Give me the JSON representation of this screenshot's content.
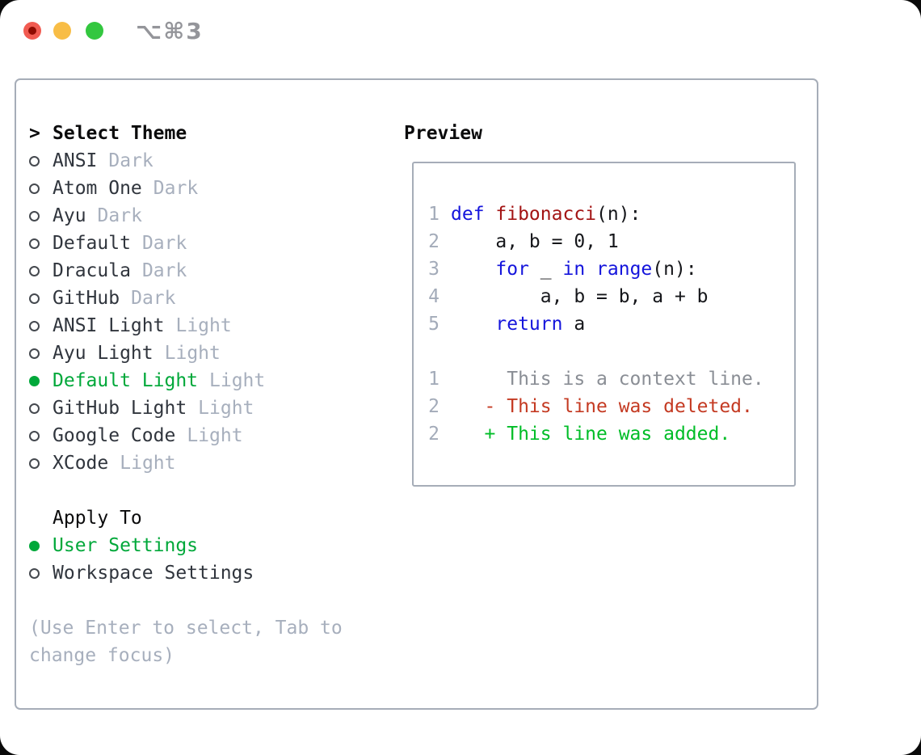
{
  "titlebar": {
    "shortcut": "⌥⌘3"
  },
  "colors": {
    "selected_green": "#00a83a",
    "added_green": "#00bd27",
    "deleted_red": "#c43a22",
    "keyword_blue": "#1515dc",
    "function_red": "#a31414",
    "muted_gray": "#a7afbd",
    "panel_border": "#a6adb8",
    "traffic_red": "#f15b51",
    "traffic_yellow": "#f8bd46",
    "traffic_green": "#33c73f"
  },
  "theme_list": {
    "header_marker": ">",
    "header": "Select Theme",
    "items": [
      {
        "name": "ANSI",
        "variant": "Dark",
        "selected": false
      },
      {
        "name": "Atom One",
        "variant": "Dark",
        "selected": false
      },
      {
        "name": "Ayu",
        "variant": "Dark",
        "selected": false
      },
      {
        "name": "Default",
        "variant": "Dark",
        "selected": false
      },
      {
        "name": "Dracula",
        "variant": "Dark",
        "selected": false
      },
      {
        "name": "GitHub",
        "variant": "Dark",
        "selected": false
      },
      {
        "name": "ANSI Light",
        "variant": "Light",
        "selected": false
      },
      {
        "name": "Ayu Light",
        "variant": "Light",
        "selected": false
      },
      {
        "name": "Default Light",
        "variant": "Light",
        "selected": true
      },
      {
        "name": "GitHub Light",
        "variant": "Light",
        "selected": false
      },
      {
        "name": "Google Code",
        "variant": "Light",
        "selected": false
      },
      {
        "name": "XCode",
        "variant": "Light",
        "selected": false
      }
    ]
  },
  "apply_to": {
    "header": "Apply To",
    "items": [
      {
        "name": "User Settings",
        "selected": true
      },
      {
        "name": "Workspace Settings",
        "selected": false
      }
    ]
  },
  "hint": "(Use Enter to select, Tab to change focus)",
  "preview": {
    "title": "Preview",
    "code_lines": [
      {
        "num": "1",
        "segments": [
          {
            "text": "def ",
            "style": "keyword"
          },
          {
            "text": "fibonacci",
            "style": "function"
          },
          {
            "text": "(n):",
            "style": "plain"
          }
        ]
      },
      {
        "num": "2",
        "segments": [
          {
            "text": "    a, b = 0, 1",
            "style": "plain"
          }
        ]
      },
      {
        "num": "3",
        "segments": [
          {
            "text": "    ",
            "style": "plain"
          },
          {
            "text": "for",
            "style": "keyword"
          },
          {
            "text": " _ ",
            "style": "plain"
          },
          {
            "text": "in",
            "style": "keyword"
          },
          {
            "text": " ",
            "style": "plain"
          },
          {
            "text": "range",
            "style": "keyword"
          },
          {
            "text": "(n):",
            "style": "plain"
          }
        ]
      },
      {
        "num": "4",
        "segments": [
          {
            "text": "        a, b = b, a + b",
            "style": "plain"
          }
        ]
      },
      {
        "num": "5",
        "segments": [
          {
            "text": "    ",
            "style": "plain"
          },
          {
            "text": "return",
            "style": "keyword"
          },
          {
            "text": " a",
            "style": "plain"
          }
        ]
      }
    ],
    "diff_lines": [
      {
        "num": "1",
        "type": "context",
        "text": "     This is a context line."
      },
      {
        "num": "2",
        "type": "deleted",
        "text": "   - This line was deleted."
      },
      {
        "num": "2",
        "type": "added",
        "text": "   + This line was added."
      }
    ]
  }
}
